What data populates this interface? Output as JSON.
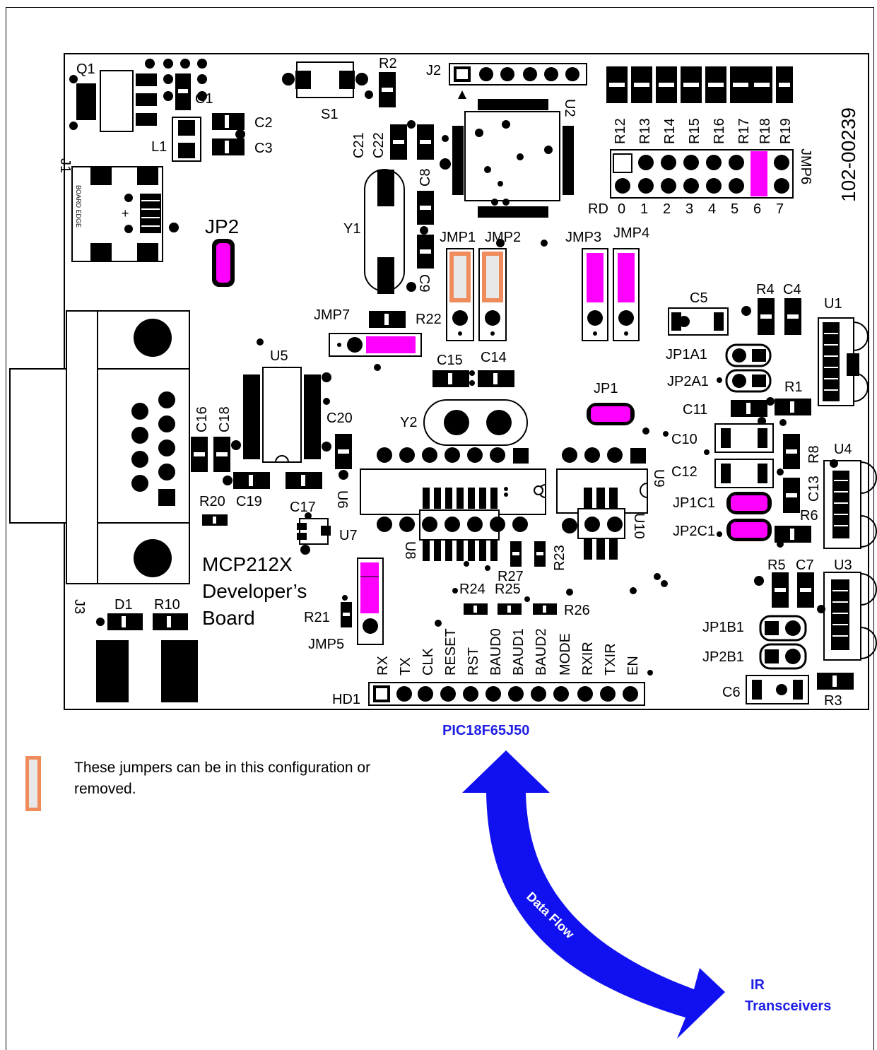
{
  "board": {
    "id": "102-00239",
    "title_lines": [
      "MCP212X",
      "Developer’s",
      "Board"
    ],
    "labels": {
      "Q1": "Q1",
      "C1": "C1",
      "C2": "C2",
      "C3": "C3",
      "L1": "L1",
      "J1": "J1",
      "board_edge": "BOARD EDGE",
      "JP2": "JP2",
      "S1": "S1",
      "R2": "R2",
      "J2": "J2",
      "U2": "U2",
      "C21": "C21",
      "C22": "C22",
      "C8": "C8",
      "C9": "C9",
      "Y1": "Y1",
      "JMP1": "JMP1",
      "JMP2": "JMP2",
      "JMP3": "JMP3",
      "JMP4": "JMP4",
      "JMP7": "JMP7",
      "R22": "R22",
      "C15": "C15",
      "C14": "C14",
      "U5": "U5",
      "C16": "C16",
      "C18": "C18",
      "C20": "C20",
      "Y2": "Y2",
      "JP1": "JP1",
      "R20": "R20",
      "C19": "C19",
      "C17": "C17",
      "U6": "U6",
      "U7": "U7",
      "U8": "U8",
      "U9": "U9",
      "U10": "U10",
      "R27": "R27",
      "R23": "R23",
      "R24": "R24",
      "R25": "R25",
      "R26": "R26",
      "R21": "R21",
      "JMP5": "JMP5",
      "D1": "D1",
      "R10": "R10",
      "J3": "J3",
      "HD1": "HD1",
      "C5": "C5",
      "R4": "R4",
      "C4": "C4",
      "U1": "U1",
      "JP1A1": "JP1A1",
      "JP2A1": "JP2A1",
      "R1": "R1",
      "C11": "C11",
      "C10": "C10",
      "C12": "C12",
      "R8": "R8",
      "C13": "C13",
      "U4": "U4",
      "JP1C1": "JP1C1",
      "JP2C1": "JP2C1",
      "R6": "R6",
      "R5": "R5",
      "C7": "C7",
      "U3": "U3",
      "JP1B1": "JP1B1",
      "JP2B1": "JP2B1",
      "C6": "C6",
      "R3": "R3",
      "JMP6": "JMP6",
      "RD": "RD"
    },
    "jmp6_resistors": [
      "R12",
      "R13",
      "R14",
      "R15",
      "R16",
      "R17",
      "R18",
      "R19"
    ],
    "rd_bits": [
      "0",
      "1",
      "2",
      "3",
      "4",
      "5",
      "6",
      "7"
    ],
    "hd1_pins": [
      "RX",
      "TX",
      "CLK",
      "RESET",
      "RST",
      "BAUD0",
      "BAUD1",
      "BAUD2",
      "MODE",
      "RXIR",
      "TXIR",
      "EN"
    ]
  },
  "legend": {
    "text": "These jumpers can be in this configuration or removed."
  },
  "data_flow": {
    "label": "Data Flow",
    "top_target": "PIC18F65J50",
    "bottom_target_lines": [
      "IR",
      "Transceivers"
    ]
  },
  "colors": {
    "jumper_installed": "#ff00ff",
    "jumper_optional_fill": "#e8e8e8",
    "jumper_optional_border": "#f08b5c",
    "arrow": "#1010f0",
    "target_text": "#1f1fe6"
  }
}
